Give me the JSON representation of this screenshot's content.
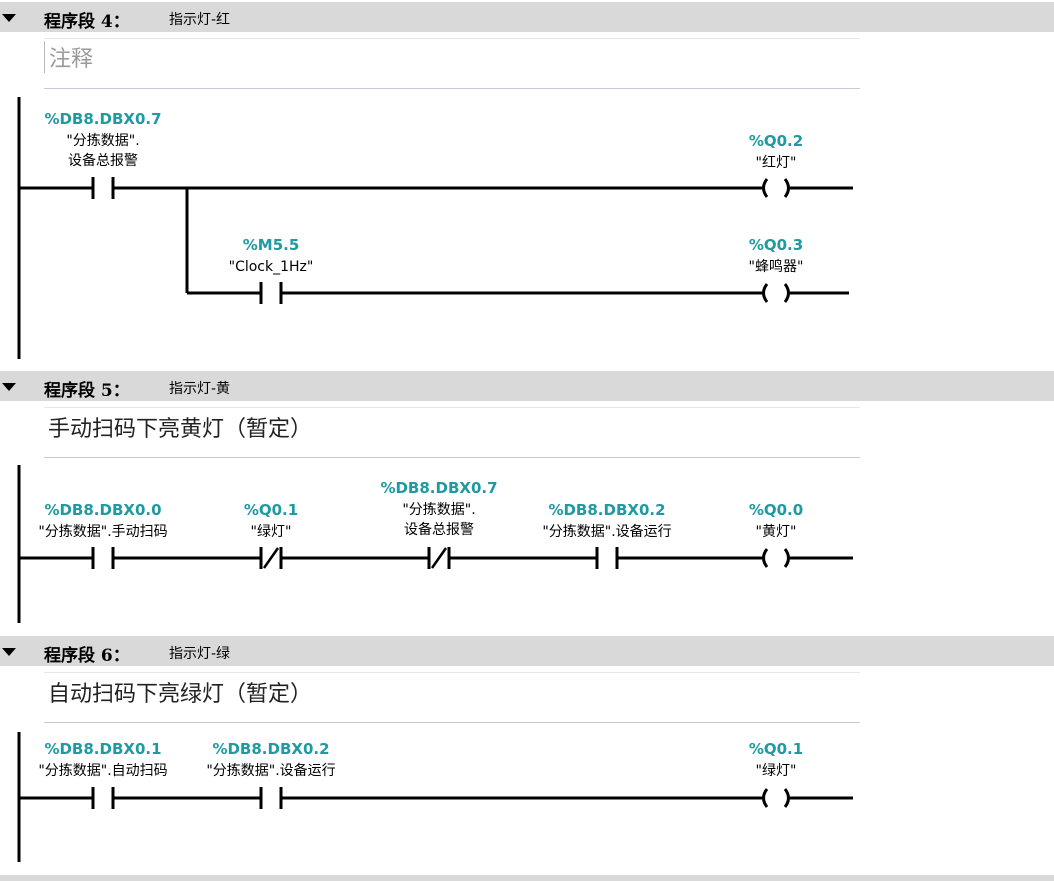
{
  "networks": [
    {
      "title": "程序段 4：",
      "name": "指示灯-红",
      "comment": "注释",
      "contacts": [
        {
          "address": "%DB8.DBX0.7",
          "symbol_line1": "\"分拣数据\".",
          "symbol_line2": "设备总报警",
          "type": "NO"
        },
        {
          "address": "%M5.5",
          "symbol_line1": "\"Clock_1Hz\"",
          "symbol_line2": "",
          "type": "NO"
        }
      ],
      "coils": [
        {
          "address": "%Q0.2",
          "symbol_line1": "\"红灯\""
        },
        {
          "address": "%Q0.3",
          "symbol_line1": "\"蜂鸣器\""
        }
      ]
    },
    {
      "title": "程序段 5：",
      "name": "指示灯-黄",
      "comment": "手动扫码下亮黄灯（暂定）",
      "contacts": [
        {
          "address": "%DB8.DBX0.0",
          "symbol_line1": "\"分拣数据\".手动扫码",
          "symbol_line2": "",
          "type": "NO"
        },
        {
          "address": "%Q0.1",
          "symbol_line1": "\"绿灯\"",
          "symbol_line2": "",
          "type": "NC"
        },
        {
          "address": "%DB8.DBX0.7",
          "symbol_line1": "\"分拣数据\".",
          "symbol_line2": "设备总报警",
          "type": "NC"
        },
        {
          "address": "%DB8.DBX0.2",
          "symbol_line1": "\"分拣数据\".设备运行",
          "symbol_line2": "",
          "type": "NO"
        }
      ],
      "coils": [
        {
          "address": "%Q0.0",
          "symbol_line1": "\"黄灯\""
        }
      ]
    },
    {
      "title": "程序段 6：",
      "name": "指示灯-绿",
      "comment": "自动扫码下亮绿灯（暂定）",
      "contacts": [
        {
          "address": "%DB8.DBX0.1",
          "symbol_line1": "\"分拣数据\".自动扫码",
          "symbol_line2": "",
          "type": "NO"
        },
        {
          "address": "%DB8.DBX0.2",
          "symbol_line1": "\"分拣数据\".设备运行",
          "symbol_line2": "",
          "type": "NO"
        }
      ],
      "coils": [
        {
          "address": "%Q0.1",
          "symbol_line1": "\"绿灯\""
        }
      ]
    }
  ]
}
